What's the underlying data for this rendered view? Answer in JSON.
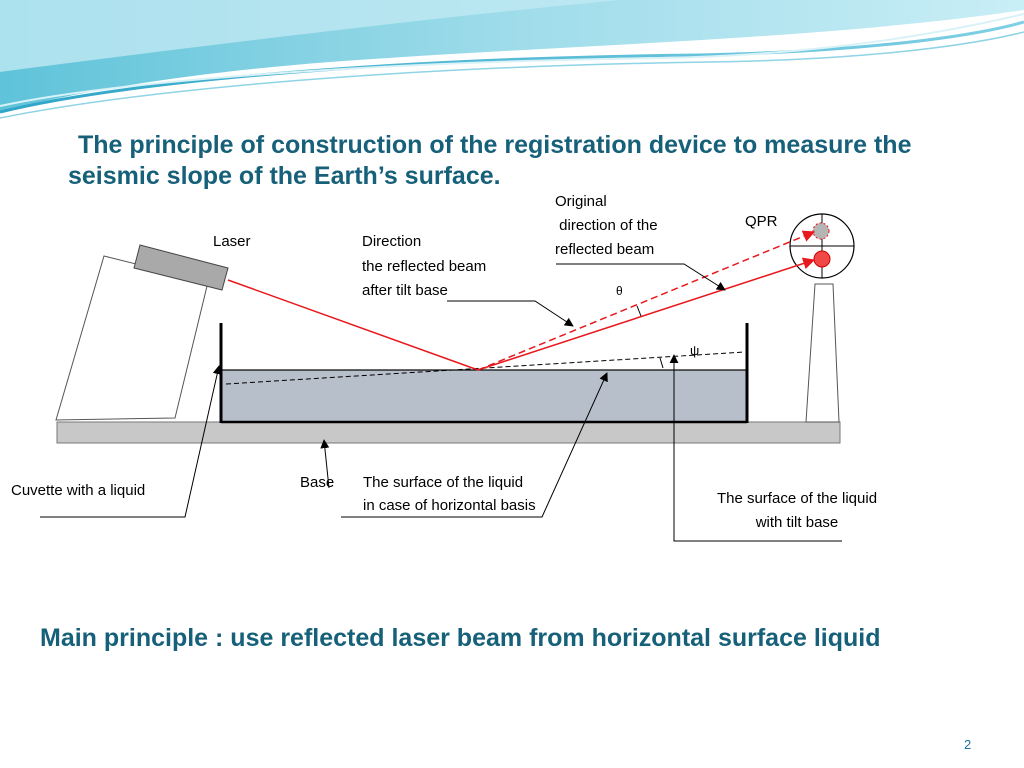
{
  "slide": {
    "title_line1": "The principle of construction of the registration device to measure the",
    "title_line2": "seismic slope of the Earth’s surface.",
    "main_principle": "Main  principle : use reflected laser beam from horizontal surface liquid",
    "page_number": "2"
  },
  "diagram": {
    "labels": {
      "laser": "Laser",
      "direction_l1": "Direction",
      "direction_l2": "the reflected beam",
      "direction_l3": "after tilt base",
      "original_l1": "Original",
      "original_l2": " direction of the",
      "original_l3": "reflected beam",
      "qpr": "QPR",
      "theta": "θ",
      "psi": "ψ",
      "cuvette": "Cuvette with a liquid",
      "base": "Base",
      "surface_h_l1": "The surface of the liquid",
      "surface_h_l2": "in case of horizontal basis",
      "surface_t_l1": "The surface of the liquid",
      "surface_t_l2": "with tilt base"
    },
    "colors": {
      "beam": "#e8191e",
      "liquid": "#b7bfcb",
      "base": "#c8c8c8",
      "title": "#17607a"
    }
  }
}
